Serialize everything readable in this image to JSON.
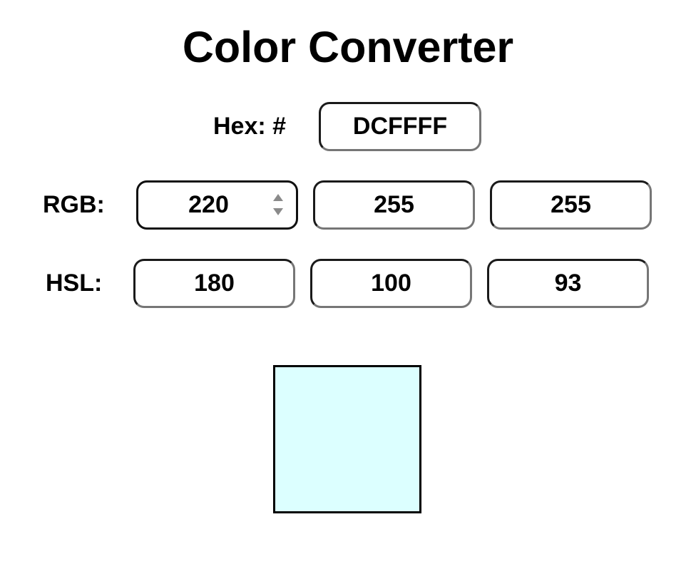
{
  "title": "Color Converter",
  "hex": {
    "label": "Hex: #",
    "value": "DCFFFF"
  },
  "rgb": {
    "label": "RGB:",
    "r": "220",
    "g": "255",
    "b": "255"
  },
  "hsl": {
    "label": "HSL:",
    "h": "180",
    "s": "100",
    "l": "93"
  },
  "preview": {
    "color": "#DCFFFF"
  }
}
